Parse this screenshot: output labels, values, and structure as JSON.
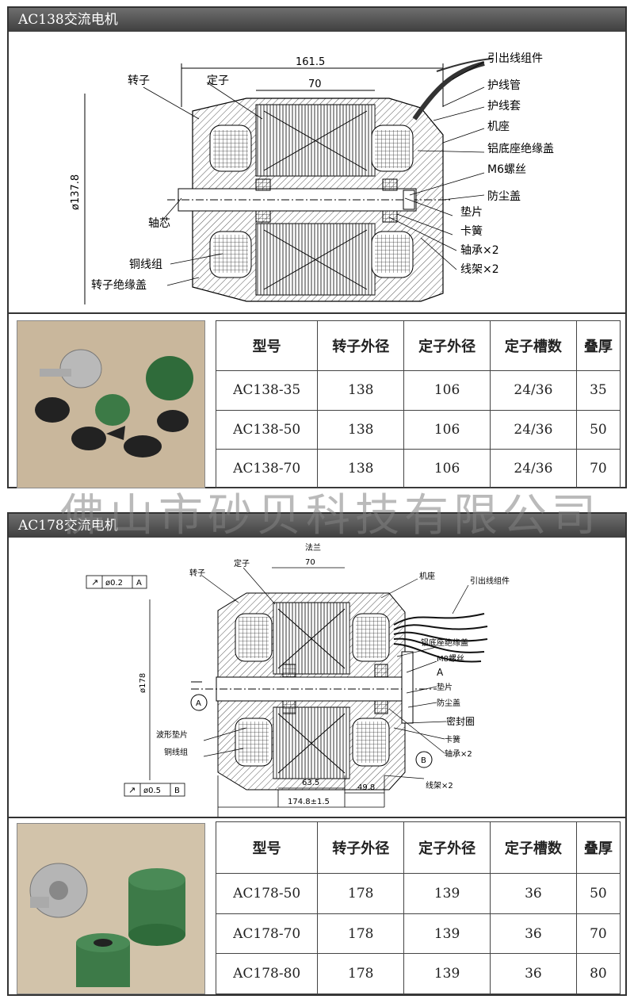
{
  "watermark": "佛山市砂贝科技有限公司",
  "sections": [
    {
      "title": "AC138交流电机",
      "dims": {
        "overall": "161.5",
        "stator": "70",
        "diameter": "ø137.8"
      },
      "labels": [
        "引出线组件",
        "护线管",
        "护线套",
        "机座",
        "铝底座绝缘盖",
        "M6螺丝",
        "防尘盖",
        "垫片",
        "卡簧",
        "轴承×2",
        "线架×2",
        "转子",
        "定子",
        "轴芯",
        "铜线组",
        "转子绝缘盖"
      ],
      "table": {
        "headers": [
          "型号",
          "转子外径",
          "定子外径",
          "定子槽数",
          "叠厚"
        ],
        "rows": [
          [
            "AC138-35",
            "138",
            "106",
            "24/36",
            "35"
          ],
          [
            "AC138-50",
            "138",
            "106",
            "24/36",
            "50"
          ],
          [
            "AC138-70",
            "138",
            "106",
            "24/36",
            "70"
          ]
        ]
      }
    },
    {
      "title": "AC178交流电机",
      "dims": {
        "flange": "法兰",
        "stator": "70",
        "diameter": "ø178",
        "a": "63.5",
        "b": "49.8",
        "overall": "174.8±1.5",
        "tol1": "ø0.2",
        "datum1": "A",
        "tol2": "ø0.5",
        "datum2": "B"
      },
      "labels": [
        "机座",
        "引出线组件",
        "铝底座绝缘盖",
        "M8螺丝",
        "A",
        "垫片",
        "防尘盖",
        "密封圈",
        "卡簧",
        "轴承×2",
        "线架×2",
        "转子",
        "定子",
        "波形垫片",
        "铜线组",
        "B"
      ],
      "table": {
        "headers": [
          "型号",
          "转子外径",
          "定子外径",
          "定子槽数",
          "叠厚"
        ],
        "rows": [
          [
            "AC178-50",
            "178",
            "139",
            "36",
            "50"
          ],
          [
            "AC178-70",
            "178",
            "139",
            "36",
            "70"
          ],
          [
            "AC178-80",
            "178",
            "139",
            "36",
            "80"
          ]
        ]
      }
    }
  ]
}
